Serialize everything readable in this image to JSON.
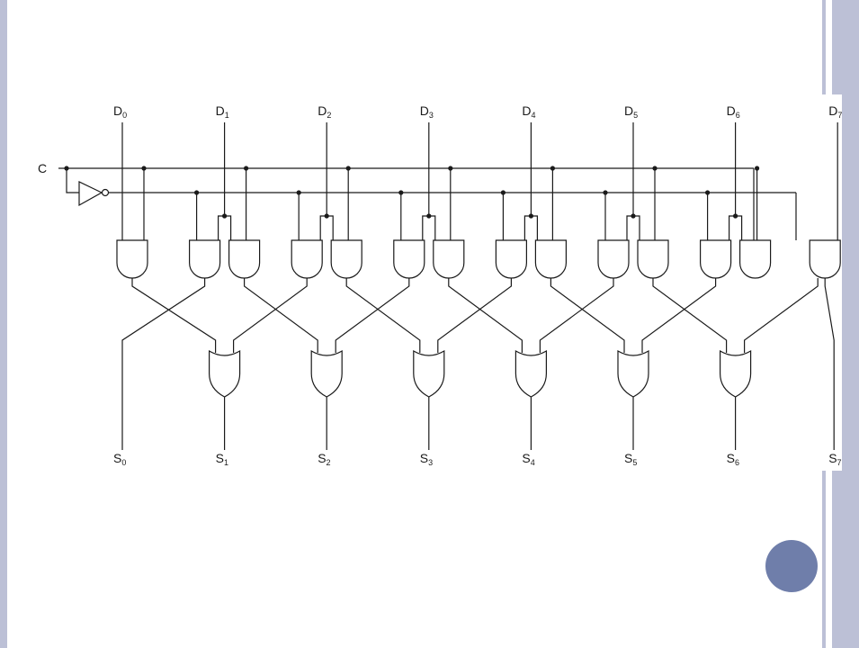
{
  "slide": {
    "colors": {
      "accent_bar": "#bcc0d6",
      "accent_button": "#6f7eaa",
      "wire": "#1a1a1a",
      "background": "#ffffff"
    }
  },
  "circuit": {
    "control_label": "C",
    "inputs": [
      {
        "base": "D",
        "sub": "0"
      },
      {
        "base": "D",
        "sub": "1"
      },
      {
        "base": "D",
        "sub": "2"
      },
      {
        "base": "D",
        "sub": "3"
      },
      {
        "base": "D",
        "sub": "4"
      },
      {
        "base": "D",
        "sub": "5"
      },
      {
        "base": "D",
        "sub": "6"
      },
      {
        "base": "D",
        "sub": "7"
      }
    ],
    "outputs": [
      {
        "base": "S",
        "sub": "0"
      },
      {
        "base": "S",
        "sub": "1"
      },
      {
        "base": "S",
        "sub": "2"
      },
      {
        "base": "S",
        "sub": "3"
      },
      {
        "base": "S",
        "sub": "4"
      },
      {
        "base": "S",
        "sub": "5"
      },
      {
        "base": "S",
        "sub": "6"
      },
      {
        "base": "S",
        "sub": "7"
      }
    ],
    "gates": {
      "inverter_count": 1,
      "and_gate_count": 14,
      "or_gate_count": 6
    }
  }
}
